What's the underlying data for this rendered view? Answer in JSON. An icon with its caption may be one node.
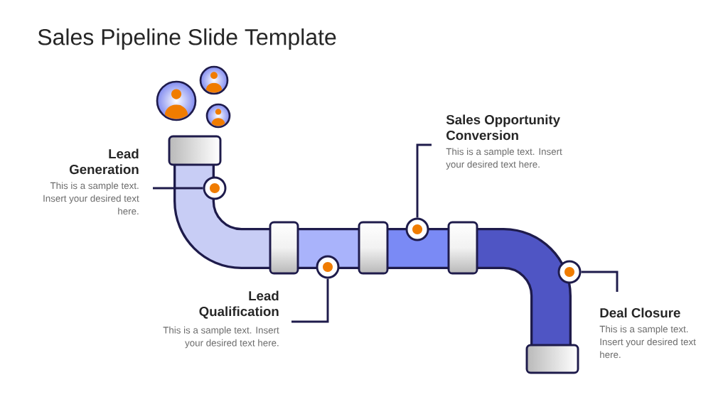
{
  "diagram": {
    "title": "Sales Pipeline Slide Template",
    "nodes": [
      {
        "text": [
          "Lead Generation",
          "This is a sample text. Insert your desired text here."
        ]
      },
      {
        "text": [
          "Lead Qualification",
          "This is a sample text. Insert your desired text here."
        ]
      },
      {
        "text": [
          "Sales Opportunity Conversion",
          "This is a sample text. Insert your desired text here."
        ]
      },
      {
        "text": [
          "Deal Closure",
          "This is a sample text. Insert your desired text here."
        ]
      },
      {
        "text": [],
        "shape": "circle"
      },
      {
        "text": [],
        "shape": "circle"
      },
      {
        "text": [],
        "shape": "circle"
      },
      {
        "text": [],
        "shape": "circle"
      }
    ],
    "edges": [
      {
        "from": 0,
        "to": 4,
        "arrow": "none"
      },
      {
        "from": 1,
        "to": 5,
        "arrow": "none"
      },
      {
        "from": 2,
        "to": 6,
        "arrow": "none"
      },
      {
        "from": 3,
        "to": 7,
        "arrow": "none"
      }
    ]
  }
}
